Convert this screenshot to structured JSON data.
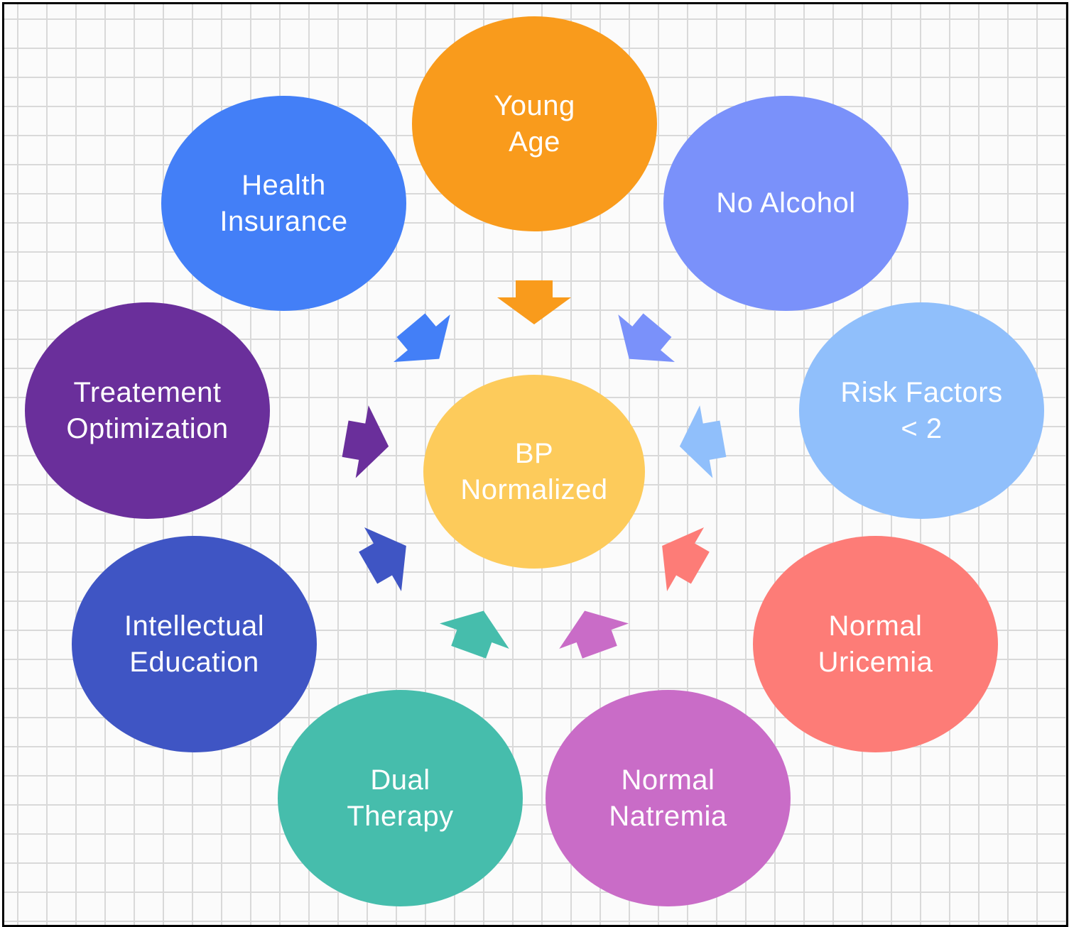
{
  "center": {
    "label": "BP\nNormalized",
    "color": "#fdcb5b"
  },
  "factors": [
    {
      "key": "young_age",
      "label": "Young\nAge",
      "color": "#f99b1c"
    },
    {
      "key": "no_alcohol",
      "label": "No Alcohol",
      "color": "#7a91fa"
    },
    {
      "key": "risk_factors",
      "label": "Risk Factors\n< 2",
      "color": "#90bffb"
    },
    {
      "key": "normal_uricemia",
      "label": "Normal\nUricemia",
      "color": "#fd7c77"
    },
    {
      "key": "normal_natremia",
      "label": "Normal\nNatremia",
      "color": "#c96cc7"
    },
    {
      "key": "dual_therapy",
      "label": "Dual\nTherapy",
      "color": "#46bdac"
    },
    {
      "key": "intellectual_education",
      "label": "Intellectual\nEducation",
      "color": "#3f55c4"
    },
    {
      "key": "treatment_optimization",
      "label": "Treatement\nOptimization",
      "color": "#6a2f9b"
    },
    {
      "key": "health_insurance",
      "label": "Health\nInsurance",
      "color": "#437ff7"
    }
  ]
}
